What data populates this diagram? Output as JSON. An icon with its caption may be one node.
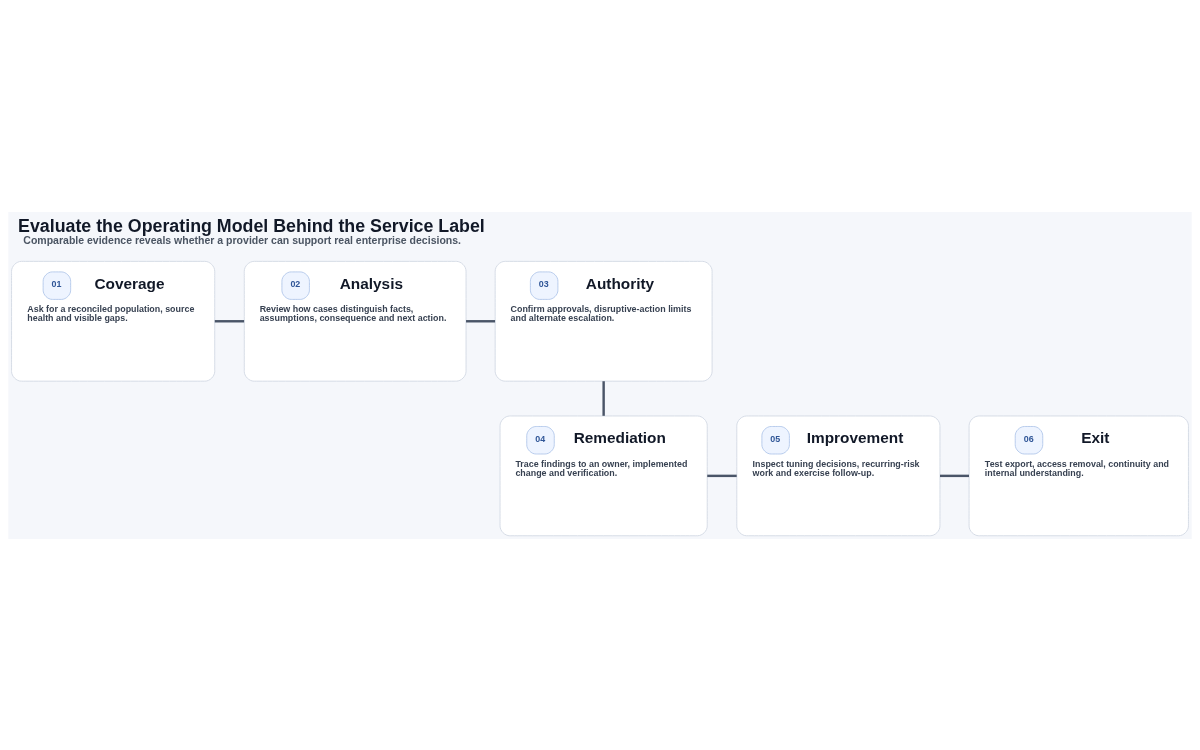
{
  "diagram": {
    "title": "Evaluate the Operating Model Behind the Service Label",
    "caption": "Comparable evidence reveals whether a provider can support real enterprise decisions.",
    "nodes": [
      {
        "text": [
          "01",
          "Coverage",
          "Ask for a reconciled population, source health and visible gaps."
        ]
      },
      {
        "text": [
          "02",
          "Analysis",
          "Review how cases distinguish facts, assumptions, consequence and next action."
        ]
      },
      {
        "text": [
          "03",
          "Authority",
          "Confirm approvals, disruptive-action limits and alternate escalation."
        ]
      },
      {
        "text": [
          "04",
          "Remediation",
          "Trace findings to an owner, implemented change and verification."
        ]
      },
      {
        "text": [
          "05",
          "Improvement",
          "Inspect tuning decisions, recurring-risk work and exercise follow-up."
        ]
      },
      {
        "text": [
          "06",
          "Exit",
          "Test export, access removal, continuity and internal understanding."
        ]
      }
    ],
    "edges": [
      {
        "from": 0,
        "to": 1,
        "arrow": "none"
      },
      {
        "from": 1,
        "to": 2,
        "arrow": "none"
      },
      {
        "from": 2,
        "to": 3,
        "arrow": "none"
      },
      {
        "from": 3,
        "to": 4,
        "arrow": "none"
      },
      {
        "from": 4,
        "to": 5,
        "arrow": "none"
      }
    ]
  }
}
